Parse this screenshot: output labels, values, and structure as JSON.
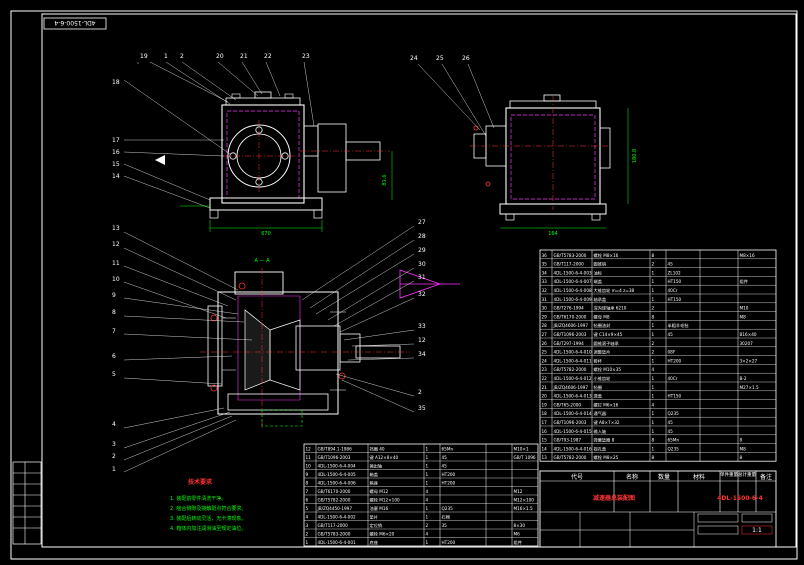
{
  "drawing": {
    "code_stamp": "4DL-1500-6-4",
    "title_cn": "减速器总装配图",
    "title_code": "4DL-1500-6-4",
    "section_label": "A — A",
    "dims": {
      "front_width": "670",
      "front_height": "81.6",
      "side_width": "164",
      "side_height": "180.8"
    },
    "tech_req": {
      "title": "技术要求",
      "lines": [
        "1. 装配前零件清洗干净。",
        "2. 啮合侧隙及接触斑点符合要求。",
        "3. 装配后转动灵活，无卡滞现象。",
        "4. 箱体内加注润滑油至规定油位。"
      ]
    },
    "title_block": {
      "headers": [
        "代号",
        "名称",
        "数量",
        "材料",
        "单件重量",
        "总计重量",
        "备注"
      ],
      "scale_label": "比例",
      "sheet_label": "1:1"
    }
  },
  "balloons_left": [
    "19",
    "1",
    "2",
    "20",
    "21",
    "22",
    "23",
    "18",
    "17",
    "16",
    "15",
    "14"
  ],
  "balloons_right": [
    "24",
    "25",
    "26"
  ],
  "balloons_section_left": [
    "13",
    "12",
    "11",
    "10",
    "9",
    "8",
    "7",
    "6",
    "5",
    "4",
    "3",
    "2",
    "1"
  ],
  "balloons_section_right": [
    "27",
    "28",
    "29",
    "30",
    "31",
    "32",
    "33",
    "34",
    "12",
    "2",
    "35"
  ],
  "bom_upper": [
    [
      "36",
      "GB/T5783-2000",
      "螺栓 M8×16",
      "8",
      "",
      "",
      "M8×16"
    ],
    [
      "35",
      "GB/T117-2000",
      "圆锥销",
      "2",
      "45",
      "",
      ""
    ],
    [
      "34",
      "4DL-1500-6-4-003",
      "油标",
      "1",
      "ZL102",
      "",
      ""
    ],
    [
      "33",
      "4DL-1500-6-4-007",
      "端盖",
      "1",
      "HT150",
      "",
      "组件"
    ],
    [
      "32",
      "4DL-1500-6-4-008",
      "大锥齿轮 m=4 z=38",
      "1",
      "40Cr",
      "",
      ""
    ],
    [
      "31",
      "4DL-1500-6-4-009",
      "轴承盖",
      "1",
      "HT150",
      "",
      ""
    ],
    [
      "30",
      "GB/T276-1994",
      "深沟球轴承 6210",
      "2",
      "",
      "",
      "M10"
    ],
    [
      "29",
      "GB/T6170-2000",
      "螺母 M8",
      "8",
      "",
      "",
      "M8"
    ],
    [
      "28",
      "JB/ZQ4606-1997",
      "毡圈油封",
      "1",
      "半粗羊毛毡",
      "",
      ""
    ],
    [
      "27",
      "GB/T1096-2003",
      "键 C14×9×45",
      "1",
      "45",
      "",
      "B16×40"
    ],
    [
      "26",
      "GB/T297-1994",
      "圆锥滚子轴承",
      "2",
      "",
      "",
      "30207"
    ],
    [
      "25",
      "4DL-1500-6-4-010",
      "调整垫片",
      "2",
      "08F",
      "",
      ""
    ],
    [
      "24",
      "4DL-1500-6-4-011",
      "套杯",
      "1",
      "HT200",
      "",
      "3×2×27"
    ],
    [
      "23",
      "GB/T5782-2000",
      "螺栓 M10×35",
      "4",
      "",
      "",
      ""
    ],
    [
      "22",
      "4DL-1500-6-4-012",
      "小锥齿轮",
      "1",
      "40Cr",
      "",
      "B-2"
    ],
    [
      "21",
      "JB/ZQ4606-1997",
      "毡圈",
      "1",
      "",
      "",
      "M27×1.5"
    ],
    [
      "20",
      "4DL-1500-6-4-013",
      "透盖",
      "1",
      "HT150",
      "",
      ""
    ],
    [
      "19",
      "GB/T65-2000",
      "螺钉 M6×16",
      "4",
      "",
      "",
      ""
    ],
    [
      "18",
      "4DL-1500-6-4-014",
      "通气器",
      "1",
      "Q235",
      "",
      ""
    ],
    [
      "17",
      "GB/T1096-2003",
      "键 A8×7×32",
      "1",
      "45",
      "",
      ""
    ],
    [
      "16",
      "4DL-1500-6-4-015",
      "输入轴",
      "1",
      "45",
      "",
      ""
    ],
    [
      "15",
      "GB/T93-1987",
      "弹簧垫圈 8",
      "8",
      "65Mn",
      "",
      "8"
    ],
    [
      "14",
      "4DL-1500-6-4-016",
      "视孔盖",
      "1",
      "Q235",
      "",
      "M8"
    ],
    [
      "13",
      "GB/T5782-2000",
      "螺栓 M8×25",
      "8",
      "",
      "",
      "8"
    ]
  ],
  "bom_lower": [
    [
      "12",
      "GB/T894.1-1986",
      "挡圈 40",
      "1",
      "65Mn",
      "",
      "M10×1"
    ],
    [
      "11",
      "GB/T1096-2003",
      "键 A12×8×40",
      "1",
      "45",
      "",
      "GB/T 1096"
    ],
    [
      "10",
      "4DL-1500-6-4-004",
      "输出轴",
      "1",
      "45",
      "",
      ""
    ],
    [
      "9",
      "4DL-1500-6-4-005",
      "箱盖",
      "1",
      "HT200",
      "",
      ""
    ],
    [
      "8",
      "4DL-1500-6-4-006",
      "箱座",
      "1",
      "HT200",
      "",
      ""
    ],
    [
      "7",
      "GB/T6170-2000",
      "螺母 M12",
      "4",
      "",
      "",
      "M12"
    ],
    [
      "6",
      "GB/T5782-2000",
      "螺栓 M12×100",
      "4",
      "",
      "",
      "M12×100"
    ],
    [
      "5",
      "JB/ZQ4450-1997",
      "油塞 M16",
      "1",
      "Q235",
      "",
      "M16×1.5"
    ],
    [
      "4",
      "4DL-1500-6-4-002",
      "垫片",
      "1",
      "石棉",
      "",
      ""
    ],
    [
      "3",
      "GB/T117-2000",
      "定位销",
      "2",
      "35",
      "",
      "8×30"
    ],
    [
      "2",
      "GB/T5783-2000",
      "螺栓 M6×20",
      "4",
      "",
      "",
      "M6"
    ],
    [
      "1",
      "4DL-1500-6-4-001",
      "底座",
      "1",
      "HT200",
      "",
      "组件"
    ]
  ]
}
